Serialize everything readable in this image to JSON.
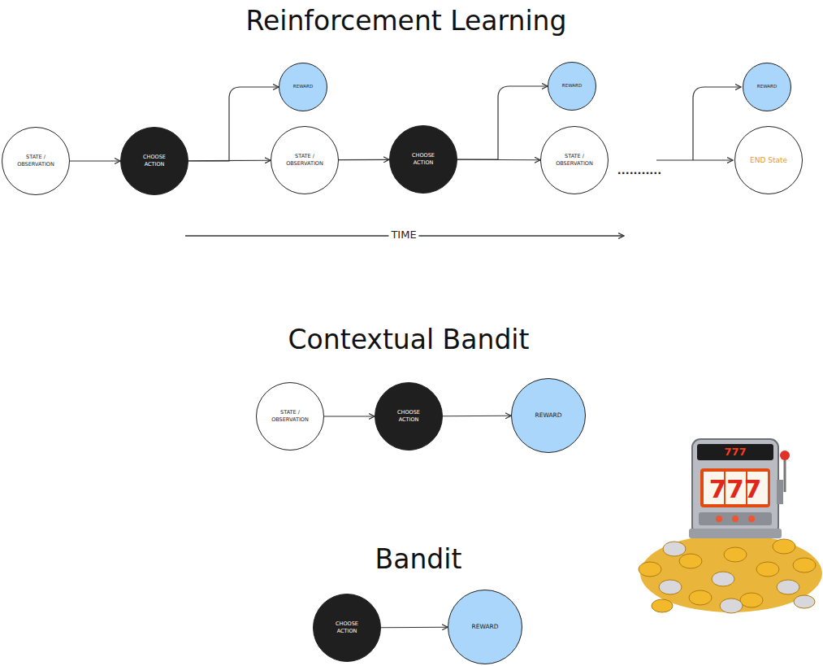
{
  "diagram": {
    "nodes": [
      {
        "text": [
          "STATE / OBSERVATION"
        ]
      },
      {
        "text": [
          "CHOOSE ACTION"
        ]
      },
      {
        "text": [
          "REWARD"
        ]
      },
      {
        "text": [
          "STATE / OBSERVATION"
        ]
      },
      {
        "text": [
          "CHOOSE ACTION"
        ]
      },
      {
        "text": [
          "REWARD"
        ]
      },
      {
        "text": [
          "STATE / OBSERVATION"
        ]
      },
      {
        "text": [
          "REWARD"
        ]
      },
      {
        "text": [
          "END State"
        ]
      },
      {
        "text": [
          "STATE / OBSERVATION"
        ]
      },
      {
        "text": [
          "CHOOSE ACTION"
        ]
      },
      {
        "text": [
          "REWARD"
        ]
      },
      {
        "text": [
          "CHOOSE ACTION"
        ]
      },
      {
        "text": [
          "REWARD"
        ]
      }
    ],
    "edges": [
      {
        "from": 0,
        "to": 1,
        "arrow": "to"
      },
      {
        "from": 1,
        "to": 3,
        "arrow": "to"
      },
      {
        "from": 1,
        "to": 2,
        "arrow": "to"
      },
      {
        "from": 3,
        "to": 4,
        "arrow": "to"
      },
      {
        "from": 4,
        "to": 6,
        "arrow": "to"
      },
      {
        "from": 4,
        "to": 5,
        "arrow": "to"
      },
      {
        "from": 9,
        "to": 10,
        "arrow": "to"
      },
      {
        "from": 10,
        "to": 11,
        "arrow": "to"
      },
      {
        "from": 12,
        "to": 13,
        "arrow": "to"
      }
    ],
    "labels": [
      "Reinforcement Learning",
      "TIME",
      "...........",
      "Contextual Bandit",
      "Bandit",
      "777",
      "777"
    ]
  }
}
